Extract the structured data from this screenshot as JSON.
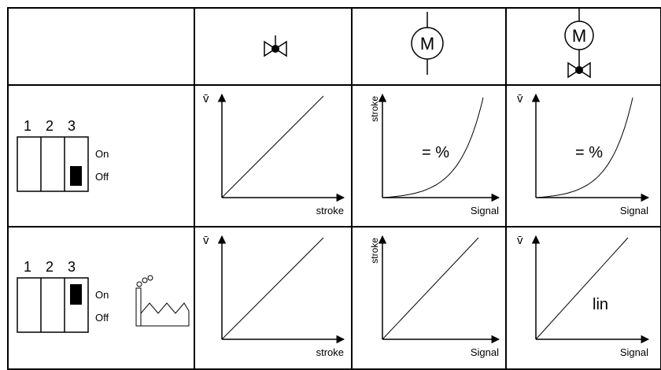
{
  "columns": {
    "valve": {
      "icon": "valve-icon"
    },
    "motor": {
      "icon": "motor-icon",
      "label": "M"
    },
    "motor_valve": {
      "icon": "motor-valve-icon",
      "label": "M"
    }
  },
  "rows": [
    {
      "switch": {
        "numbers": [
          "1",
          "2",
          "3"
        ],
        "on_label": "On",
        "off_label": "Off",
        "switch3_position": "Off"
      },
      "factory_icon": null,
      "cells": [
        {
          "y_label": "v̄",
          "x_label": "stroke",
          "curve": "lin",
          "text": ""
        },
        {
          "y_label": "stroke",
          "x_label": "Signal",
          "curve": "eq_percent",
          "text": "= %"
        },
        {
          "y_label": "v̄",
          "x_label": "Signal",
          "curve": "eq_percent",
          "text": "= %"
        }
      ]
    },
    {
      "switch": {
        "numbers": [
          "1",
          "2",
          "3"
        ],
        "on_label": "On",
        "off_label": "Off",
        "switch3_position": "On"
      },
      "factory_icon": "factory-icon",
      "cells": [
        {
          "y_label": "v̄",
          "x_label": "stroke",
          "curve": "lin",
          "text": ""
        },
        {
          "y_label": "stroke",
          "x_label": "Signal",
          "curve": "lin",
          "text": ""
        },
        {
          "y_label": "v̄",
          "x_label": "Signal",
          "curve": "lin",
          "text": "lin"
        }
      ]
    }
  ]
}
